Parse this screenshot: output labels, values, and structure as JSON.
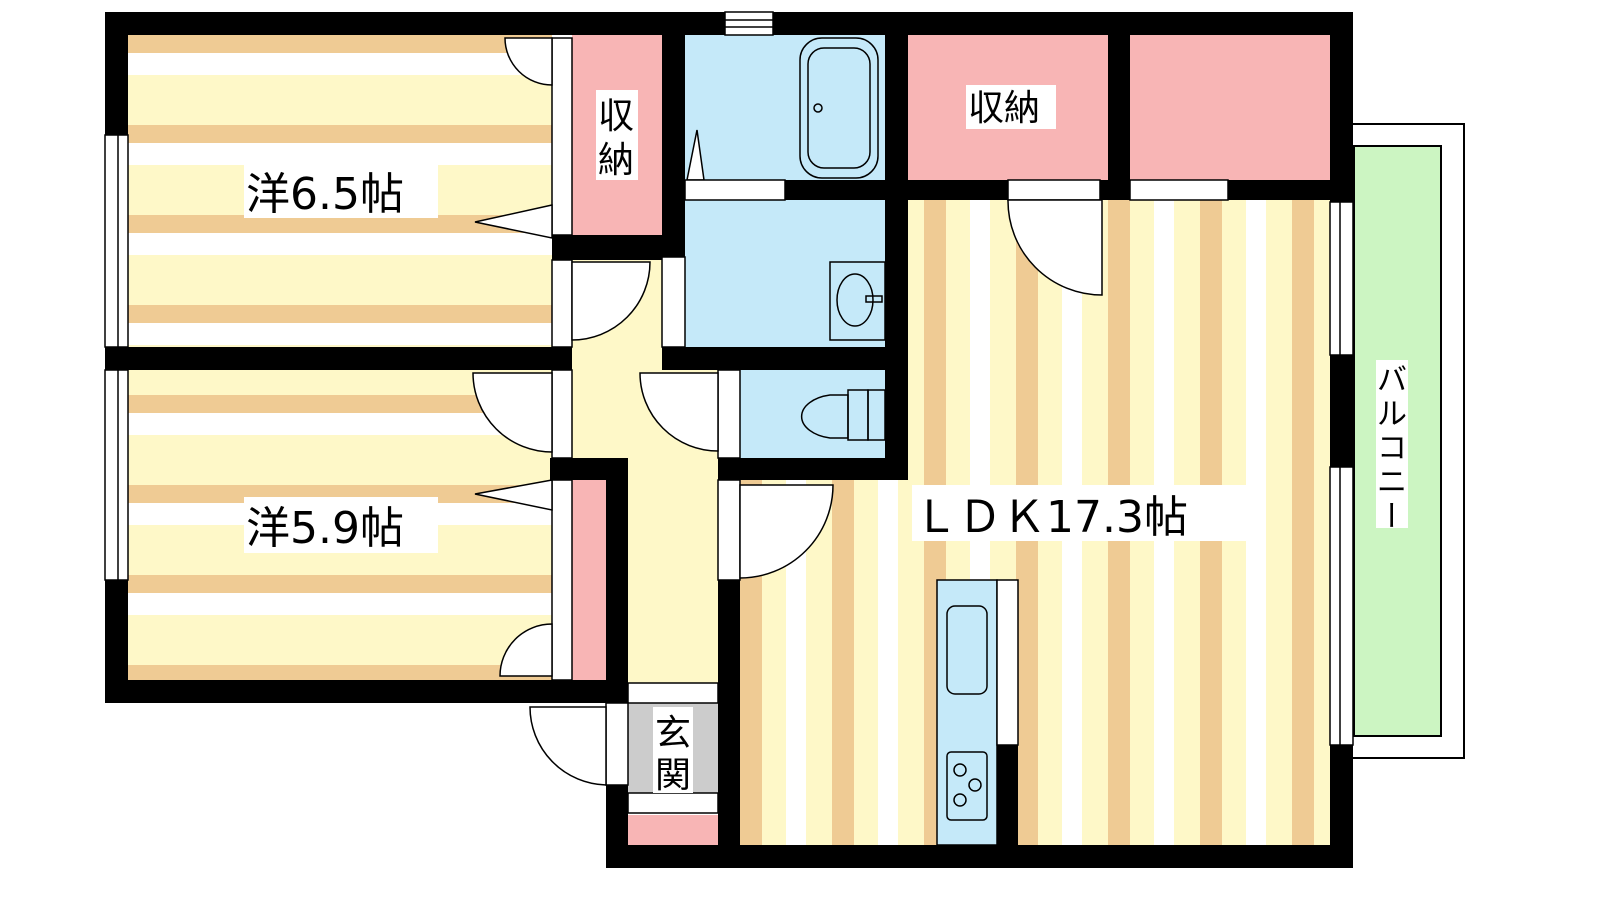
{
  "rooms": {
    "western_a": "洋6.5帖",
    "western_b": "洋5.9帖",
    "ldk": "ＬＤＫ17.3帖",
    "storage_1a": "収",
    "storage_1b": "納",
    "storage_2": "収納",
    "entrance_a": "玄",
    "entrance_b": "関",
    "balcony": [
      "バ",
      "ル",
      "コ",
      "ニ",
      "ー"
    ]
  },
  "colors": {
    "wall": "#000000",
    "floor_cream": "#FEF8C8",
    "floor_tan": "#EFCB94",
    "storage_pink": "#F8B5B5",
    "wet_blue": "#C5E9F9",
    "balcony_green": "#CCF5C2",
    "entrance_gray": "#CCCCCC"
  }
}
